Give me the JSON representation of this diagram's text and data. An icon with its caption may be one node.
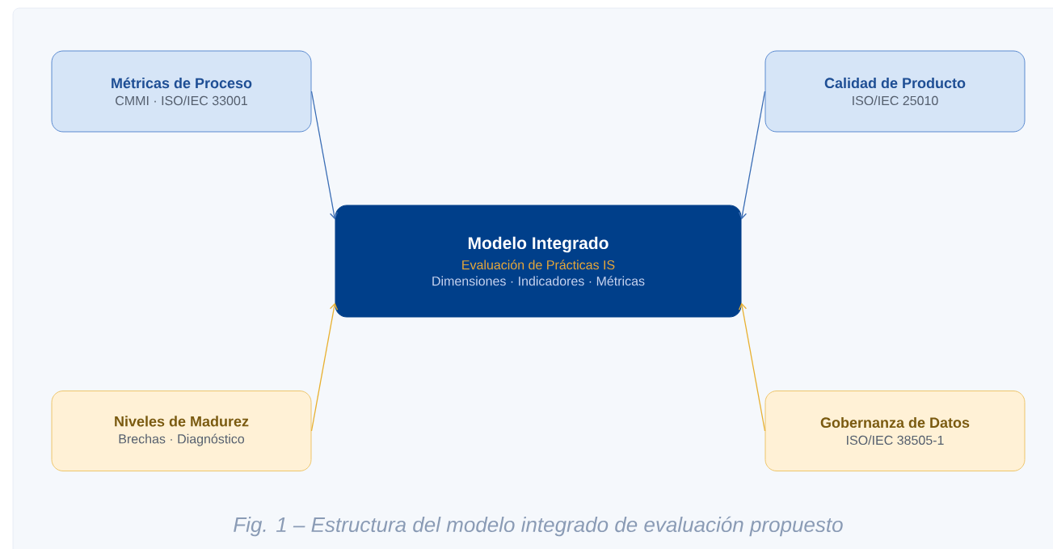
{
  "diagram": {
    "caption": "Fig. 1 – Estructura del modelo integrado de evaluación propuesto",
    "nodes": [
      {
        "text": [
          "Métricas de Proceso",
          "CMMI · ISO/IEC 33001"
        ]
      },
      {
        "text": [
          "Calidad de Producto",
          "ISO/IEC 25010"
        ]
      },
      {
        "text": [
          "Modelo Integrado",
          "Evaluación de Prácticas IS",
          "Dimensiones · Indicadores · Métricas"
        ]
      },
      {
        "text": [
          "Niveles de Madurez",
          "Brechas · Diagnóstico"
        ]
      },
      {
        "text": [
          "Gobernanza de Datos",
          "ISO/IEC 38505-1"
        ]
      }
    ],
    "edges": [
      {
        "from": 0,
        "to": 2,
        "arrow": "to",
        "color": "#3a6db5"
      },
      {
        "from": 1,
        "to": 2,
        "arrow": "to",
        "color": "#3a6db5"
      },
      {
        "from": 3,
        "to": 2,
        "arrow": "to",
        "color": "#e8b030"
      },
      {
        "from": 4,
        "to": 2,
        "arrow": "to",
        "color": "#e8b030"
      }
    ]
  }
}
